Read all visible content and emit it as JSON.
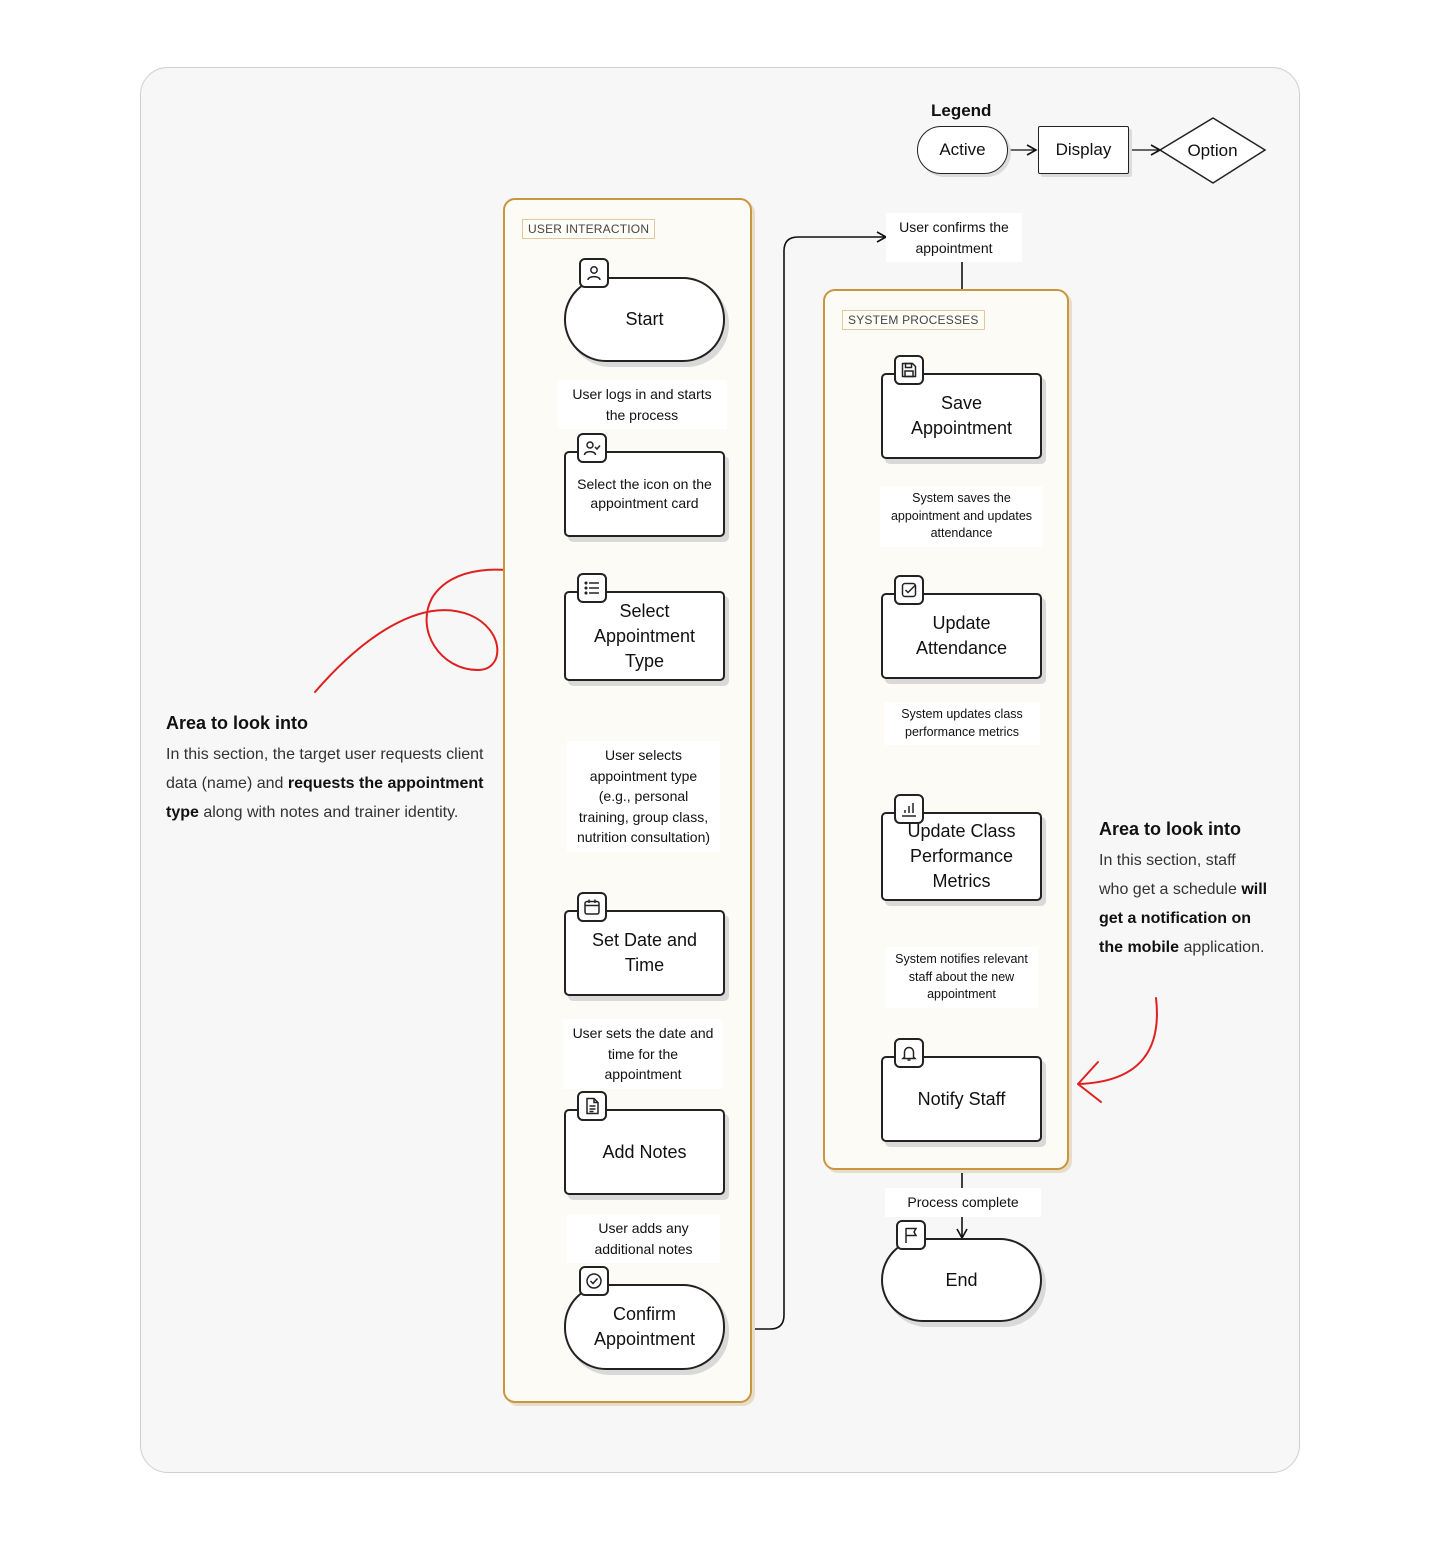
{
  "legend": {
    "title": "Legend",
    "active": "Active",
    "display": "Display",
    "option": "Option"
  },
  "lanes": {
    "user": "USER INTERACTION",
    "system": "SYSTEM PROCESSES"
  },
  "nodes": {
    "start": "Start",
    "select_icon": "Select the icon on the appointment card",
    "select_type": "Select Appointment Type",
    "set_date": "Set Date and Time",
    "add_notes": "Add Notes",
    "confirm": "Confirm Appointment",
    "save": "Save Appointment",
    "update_attendance": "Update Attendance",
    "update_metrics": "Update Class Performance Metrics",
    "notify": "Notify Staff",
    "end": "End"
  },
  "edges": {
    "logs_in": "User logs in and starts the process",
    "selects_type": "User selects appointment type (e.g., personal training, group class, nutrition consultation)",
    "sets_date": "User sets the date and time for the appointment",
    "adds_notes": "User adds any additional notes",
    "confirms": "User confirms the appointment",
    "saves": "System saves the appointment and updates attendance",
    "updates_metrics": "System updates class performance metrics",
    "notifies": "System notifies relevant staff about the new appointment",
    "complete": "Process complete"
  },
  "notes": {
    "left": {
      "title": "Area to look into",
      "t1": "In this section, the target user requests client data (name) and ",
      "b1": "requests the appointment type",
      "t2": " along with notes and trainer identity."
    },
    "right": {
      "title": "Area to look into",
      "t1": "In this section, staff who get a schedule ",
      "b1": "will get a notification on the mobile",
      "t2": " application."
    }
  },
  "icons": {
    "start": "user-icon",
    "select_icon": "user-check-icon",
    "select_type": "list-icon",
    "set_date": "calendar-icon",
    "add_notes": "document-icon",
    "confirm": "check-circle-icon",
    "save": "save-icon",
    "update_attendance": "checkbox-icon",
    "update_metrics": "bar-chart-icon",
    "notify": "bell-icon",
    "end": "flag-icon"
  },
  "colors": {
    "lane_border": "#c9953f",
    "annotation": "#e02020"
  }
}
